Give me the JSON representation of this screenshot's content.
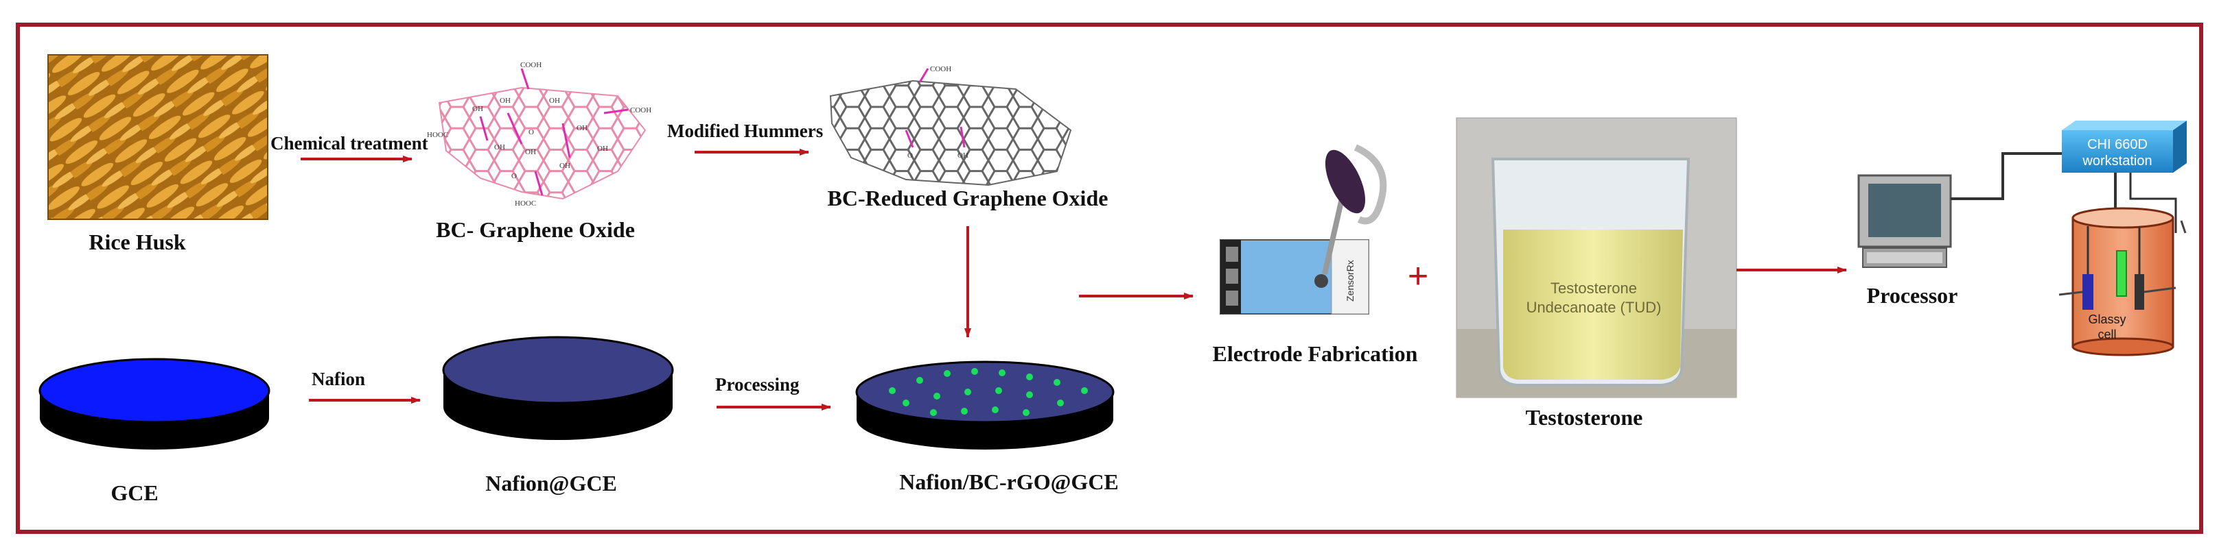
{
  "colors": {
    "frame": "#9c1c2a",
    "arrow": "#c0161e",
    "disk_blue": "#0a19ff",
    "disk_navy": "#3b3f86",
    "dot_green": "#19e05a",
    "graphene_pink": "#e88aa8",
    "graphene_grey": "#666666",
    "bond_magenta": "#e02ab4",
    "workstation": "#2a9ae0",
    "liquid": "#e8e489"
  },
  "labels": {
    "rice_husk": "Rice Husk",
    "chemical_treatment": "Chemical treatment",
    "go": "BC- Graphene Oxide",
    "modified_hummers": "Modified Hummers",
    "rgo": "BC-Reduced Graphene Oxide",
    "gce": "GCE",
    "nafion": "Nafion",
    "nafion_gce": "Nafion@GCE",
    "processing": "Processing",
    "modified_gce": "Nafion/BC-rGO@GCE",
    "electrode_fab": "Electrode Fabrication",
    "plus": "+",
    "testosterone": "Testosterone",
    "beaker_line1": "Testosterone",
    "beaker_line2": "Undecanoate (TUD)",
    "processor": "Processor",
    "workstation_line1": "CHI 660D",
    "workstation_line2": "workstation",
    "cell_line1": "Glassy",
    "cell_line2": "cell",
    "strip_text": "ZensorRx"
  },
  "molecule_labels": {
    "go": [
      "COOH",
      "COOH",
      "OH",
      "OH",
      "OH",
      "O",
      "OH",
      "OH",
      "OH",
      "OH",
      "OH",
      "O",
      "HOOC",
      "HOOC"
    ],
    "rgo": [
      "COOH",
      "O",
      "OH"
    ]
  },
  "icons": {
    "rice_husk": "rice-husk-photo",
    "go": "graphene-oxide-structure",
    "rgo": "reduced-graphene-oxide-structure",
    "electrode": "screen-printed-electrode-with-dropper",
    "beaker": "beaker-of-testosterone-solution",
    "computer": "computer-monitor",
    "workstation": "potentiostat-workstation",
    "cell": "electrochemical-glassy-cell"
  }
}
